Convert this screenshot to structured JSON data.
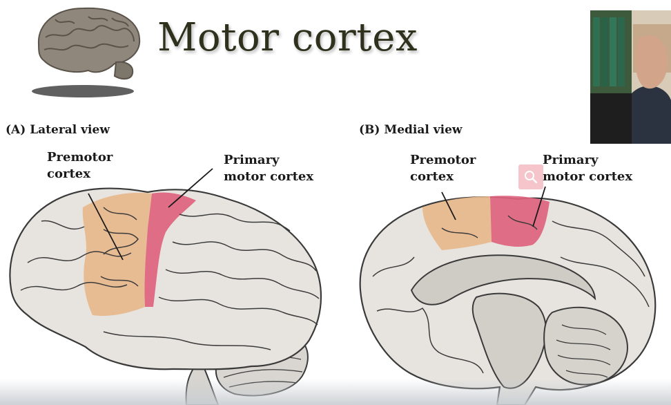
{
  "slide": {
    "title": "Motor cortex"
  },
  "panels": {
    "lateral": {
      "label": "(A) Lateral view",
      "premotor": [
        "Premotor",
        "cortex"
      ],
      "primary": [
        "Primary",
        "motor cortex"
      ]
    },
    "medial": {
      "label": "(B) Medial view",
      "premotor": [
        "Premotor",
        "cortex"
      ],
      "primary": [
        "Primary",
        "motor cortex"
      ]
    }
  },
  "colors": {
    "title_text": "#2f311d",
    "brain_base": "#e7e4df",
    "premotor": "#e8b98c",
    "primary_motor": "#e0637e",
    "outline": "#3a3a3a"
  },
  "icons": {
    "zoom": "magnifier-icon"
  }
}
